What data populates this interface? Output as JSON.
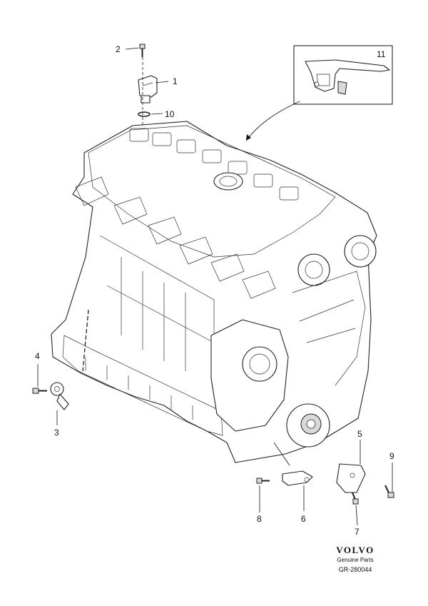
{
  "callouts": [
    {
      "id": "1",
      "label": "1"
    },
    {
      "id": "2",
      "label": "2"
    },
    {
      "id": "3",
      "label": "3"
    },
    {
      "id": "4",
      "label": "4"
    },
    {
      "id": "5",
      "label": "5"
    },
    {
      "id": "6",
      "label": "6"
    },
    {
      "id": "7",
      "label": "7"
    },
    {
      "id": "8",
      "label": "8"
    },
    {
      "id": "9",
      "label": "9"
    },
    {
      "id": "10",
      "label": "10"
    },
    {
      "id": "11",
      "label": "11"
    }
  ],
  "brand": {
    "logo_text": "VOLVO",
    "tagline": "Genuine Parts",
    "reference": "GR-280044"
  }
}
